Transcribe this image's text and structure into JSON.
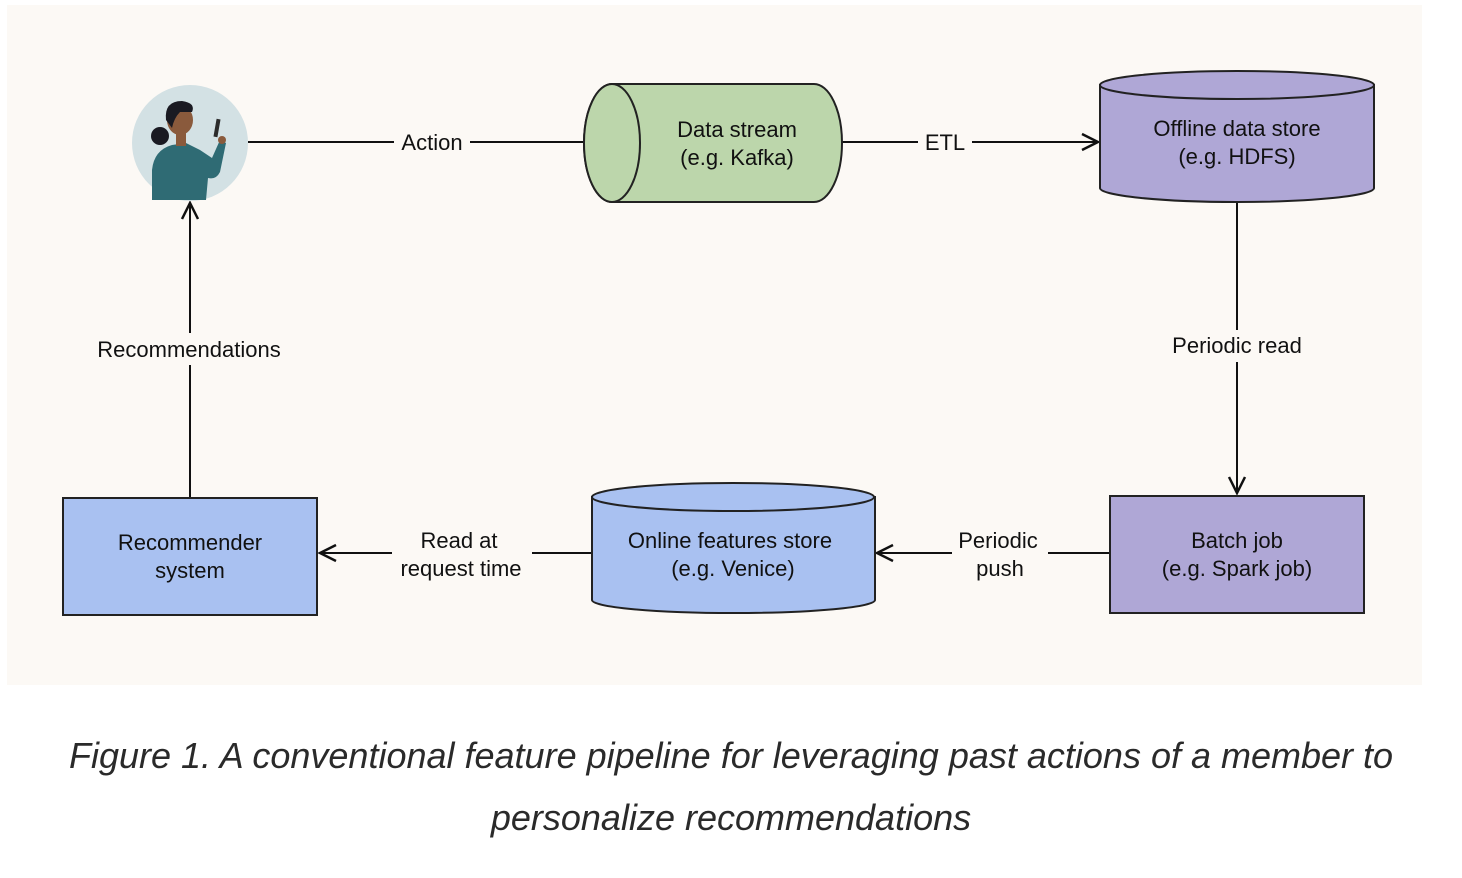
{
  "nodes": {
    "data_stream": {
      "line1": "Data stream",
      "line2": "(e.g. Kafka)",
      "color": "#bcd6ab"
    },
    "offline_store": {
      "line1": "Offline data store",
      "line2": "(e.g. HDFS)",
      "color": "#afa7d6"
    },
    "batch_job": {
      "line1": "Batch job",
      "line2": "(e.g. Spark job)",
      "color": "#afa7d6"
    },
    "online_store": {
      "line1": "Online features store",
      "line2": "(e.g. Venice)",
      "color": "#a9c1f1"
    },
    "recommender": {
      "line1": "Recommender",
      "line2": "system",
      "color": "#a9c1f1"
    }
  },
  "edges": {
    "action": "Action",
    "etl": "ETL",
    "periodic_read": "Periodic read",
    "periodic_push_1": "Periodic",
    "periodic_push_2": "push",
    "read_at_1": "Read at",
    "read_at_2": "request time",
    "recommendations": "Recommendations"
  },
  "user_icon": "member-avatar-icon",
  "colors": {
    "background": "#fcf9f5",
    "avatar_circle": "#d3e1e4",
    "stroke": "#111111"
  },
  "caption": {
    "line1": "Figure 1. A conventional feature pipeline for leveraging past actions of a member to",
    "line2": "personalize recommendations"
  }
}
